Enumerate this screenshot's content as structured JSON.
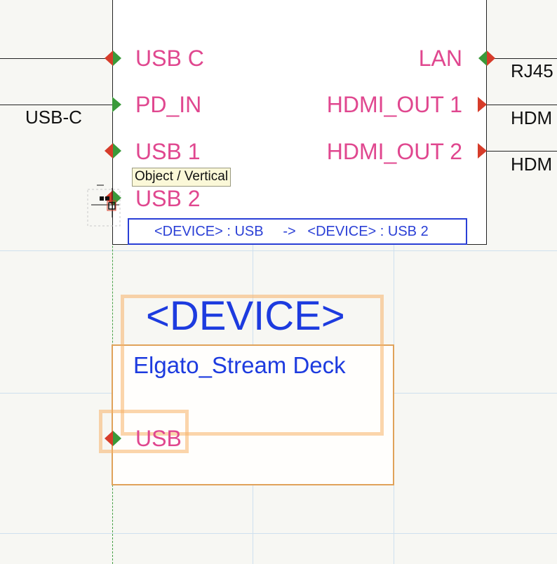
{
  "canvas": {
    "background": "#f7f7f3",
    "grid_color": "#cfe0ee"
  },
  "colors": {
    "pin_label": "#e0478f",
    "device_text": "#1d3bdf",
    "selection": "#f7b268",
    "pin_green": "#3a9a3a",
    "pin_red": "#d63c2a"
  },
  "device": {
    "left_pins": [
      {
        "label": "USB C",
        "marker": "bidirectional"
      },
      {
        "label": "PD_IN",
        "marker": "input"
      },
      {
        "label": "USB 1",
        "marker": "bidirectional"
      },
      {
        "label": "USB 2",
        "marker": "bidirectional"
      }
    ],
    "right_pins": [
      {
        "label": "LAN",
        "marker": "bidirectional"
      },
      {
        "label": "HDMI_OUT 1",
        "marker": "output"
      },
      {
        "label": "HDMI_OUT 2",
        "marker": "output"
      }
    ],
    "mapping": {
      "text": "<DEVICE> : USB     ->   <DEVICE> : USB 2"
    }
  },
  "nets": {
    "left": [
      "USB-C"
    ],
    "right": [
      "RJ45",
      "HDM",
      "HDM"
    ]
  },
  "tooltip": "Object / Vertical",
  "device2": {
    "title": "<DEVICE>",
    "model": "Elgato_Stream Deck",
    "pin": {
      "label": "USB",
      "marker": "bidirectional"
    }
  },
  "icons": {
    "cursor": "crosshair-move-cursor-icon"
  }
}
